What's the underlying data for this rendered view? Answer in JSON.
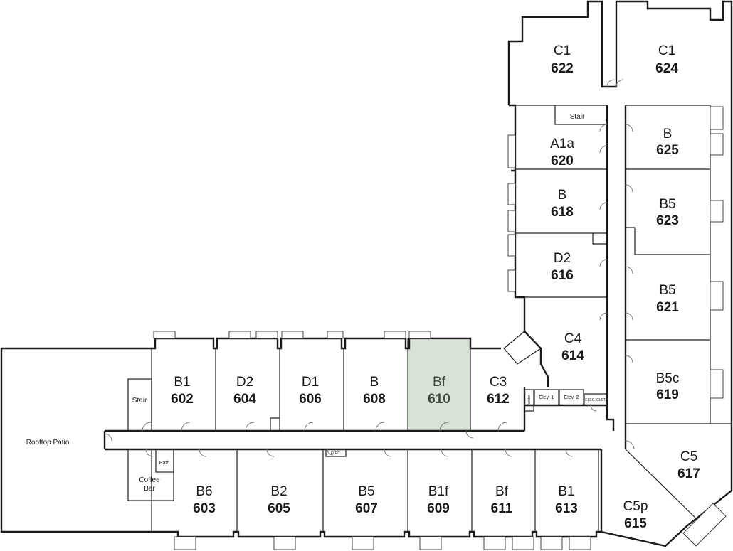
{
  "rooms": [
    {
      "type": "C1",
      "number": "622"
    },
    {
      "type": "C1",
      "number": "624"
    },
    {
      "type": "A1a",
      "number": "620"
    },
    {
      "type": "B",
      "number": "625"
    },
    {
      "type": "B",
      "number": "618"
    },
    {
      "type": "B5",
      "number": "623"
    },
    {
      "type": "D2",
      "number": "616"
    },
    {
      "type": "B5",
      "number": "621"
    },
    {
      "type": "C4",
      "number": "614"
    },
    {
      "type": "B5c",
      "number": "619"
    },
    {
      "type": "C5",
      "number": "617"
    },
    {
      "type": "C5p",
      "number": "615"
    },
    {
      "type": "B1",
      "number": "602"
    },
    {
      "type": "D2",
      "number": "604"
    },
    {
      "type": "D1",
      "number": "606"
    },
    {
      "type": "B",
      "number": "608"
    },
    {
      "type": "Bf",
      "number": "610",
      "highlighted": true
    },
    {
      "type": "C3",
      "number": "612"
    },
    {
      "type": "B6",
      "number": "603"
    },
    {
      "type": "B2",
      "number": "605"
    },
    {
      "type": "B5",
      "number": "607"
    },
    {
      "type": "B1f",
      "number": "609"
    },
    {
      "type": "Bf",
      "number": "611"
    },
    {
      "type": "B1",
      "number": "613"
    }
  ],
  "amenities": {
    "rooftop_patio": "Rooftop Patio",
    "stair_west": "Stair",
    "stair_north": "Stair",
    "coffee_bar_line1": "Coffee",
    "coffee_bar_line2": "Bar",
    "bath": "Bath",
    "elev_1": "Elev. 1",
    "elev_2": "Elev. 2",
    "elec_clst": "ELEC. CLST.",
    "janitor": "Janitor",
    "elec_corridor": "ELEC."
  },
  "colors": {
    "highlight": "#d9e2d6",
    "wall": "#1a1a1a"
  }
}
